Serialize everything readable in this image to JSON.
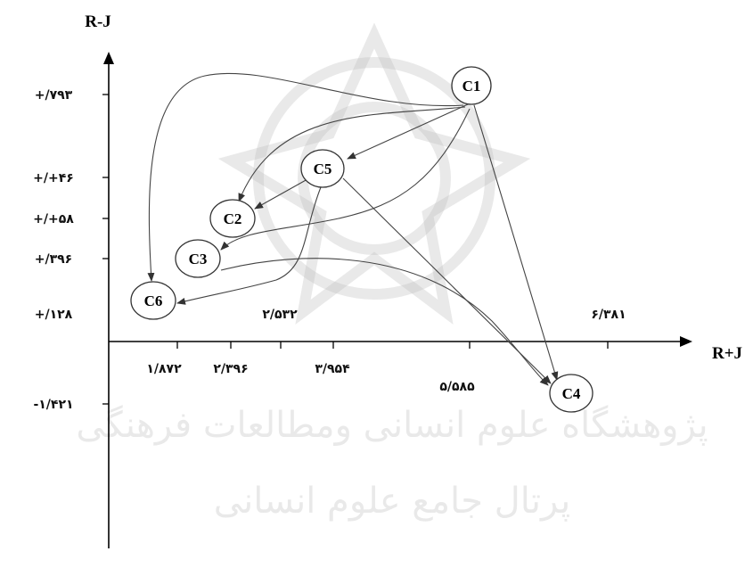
{
  "axes": {
    "y_title": "R-J",
    "x_title": "R+J"
  },
  "y_ticks": [
    {
      "label": "+/۷۹۳"
    },
    {
      "label": "+/+۴۶"
    },
    {
      "label": "+/+۵۸"
    },
    {
      "label": "+/۳۹۶"
    },
    {
      "label": "+/۱۲۸"
    },
    {
      "label": "-۱/۴۲۱"
    }
  ],
  "x_ticks": [
    {
      "label": "۱/۸۷۲"
    },
    {
      "label": "۲/۳۹۶"
    },
    {
      "label": "۳/۹۵۴"
    },
    {
      "label": "۵/۵۸۵"
    }
  ],
  "upper_labels": [
    {
      "label": "۲/۵۳۲"
    },
    {
      "label": "۶/۳۸۱"
    }
  ],
  "nodes": [
    {
      "id": "C1",
      "label": "C1"
    },
    {
      "id": "C5",
      "label": "C5"
    },
    {
      "id": "C2",
      "label": "C2"
    },
    {
      "id": "C3",
      "label": "C3"
    },
    {
      "id": "C6",
      "label": "C6"
    },
    {
      "id": "C4",
      "label": "C4"
    }
  ],
  "edges": [
    {
      "from": "C1",
      "to": "C5"
    },
    {
      "from": "C1",
      "to": "C2"
    },
    {
      "from": "C1",
      "to": "C3"
    },
    {
      "from": "C1",
      "to": "C6"
    },
    {
      "from": "C1",
      "to": "C4"
    },
    {
      "from": "C5",
      "to": "C2"
    },
    {
      "from": "C5",
      "to": "C6"
    },
    {
      "from": "C5",
      "to": "C4"
    },
    {
      "from": "C3",
      "to": "C4"
    }
  ],
  "watermark": {
    "line1": "پژوهشگاه علوم انسانی ومطالعات فرهنگی",
    "line2": "پرتال جامع علوم انسانی"
  }
}
